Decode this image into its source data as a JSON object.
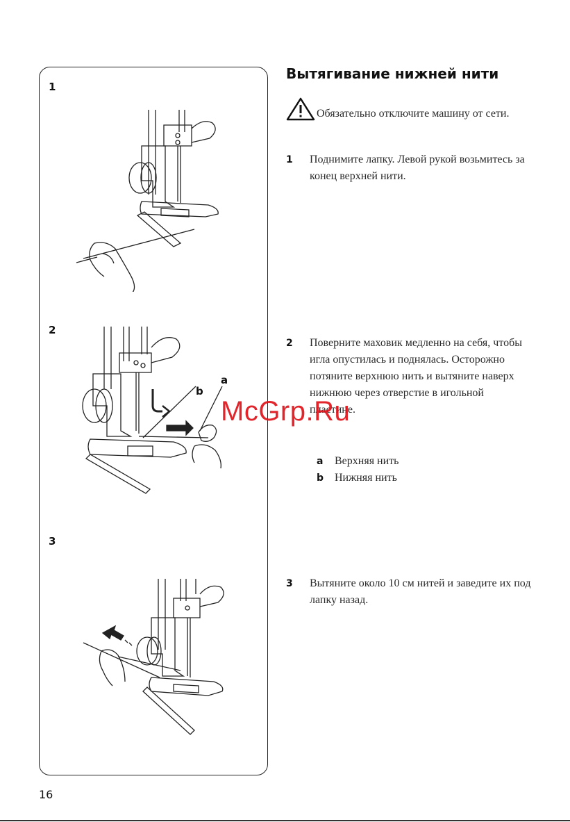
{
  "title": "Вытягивание нижней нити",
  "warning": "Обязательно отключите машину от сети.",
  "steps": [
    {
      "num": "1",
      "text": "Поднимите лапку. Левой рукой возьмитесь за конец верхней нити."
    },
    {
      "num": "2",
      "text": "Поверните маховик медленно  на себя, чтобы игла опустилась и поднялась. Осторожно потяните верхнюю нить и вытяните наверх нижнюю через отверстие в игольной пластине."
    },
    {
      "num": "3",
      "text": "Вытяните около 10 см нитей и заведите их под лапку назад."
    }
  ],
  "legend": [
    {
      "key": "a",
      "label": "Верхняя нить"
    },
    {
      "key": "b",
      "label": "Нижняя нить"
    }
  ],
  "figures": [
    {
      "num": "1"
    },
    {
      "num": "2",
      "label_a": "a",
      "label_b": "b"
    },
    {
      "num": "3"
    }
  ],
  "watermark": "McGrp.Ru",
  "page_number": "16",
  "icons": {
    "warning": "warning-triangle-icon"
  }
}
